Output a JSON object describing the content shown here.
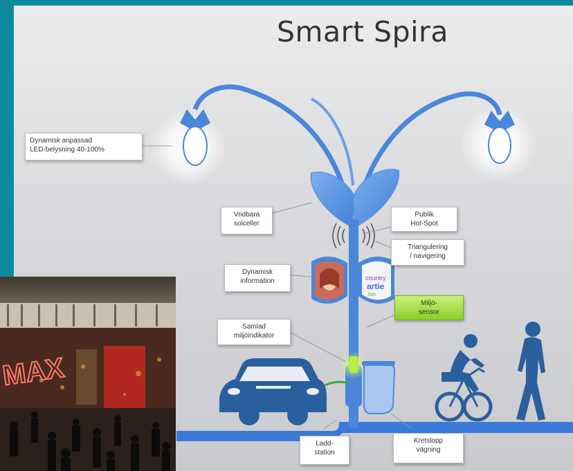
{
  "title": "Smart Spira",
  "callouts": {
    "led": "Dynamisk anpassad\nLED-belysning 40-100%",
    "solar": "Vridbara\nsolceller",
    "hotspot": "Publik\nHot-Spot",
    "triangulation": "Triangulering\n/ navigering",
    "info": "Dynamisk\ninformation",
    "env_sensor": "Miljö-\nsensor",
    "env_indicator": "Samlad\nmiljöindikator",
    "charging": "Ladd-\nstation",
    "weighing": "Kretslopp\nvägning"
  },
  "display_texts": {
    "right_panel_line1": "country",
    "right_panel_line2": "artie",
    "right_panel_line3": "ion"
  },
  "photo": {
    "sign_text": "MAX"
  },
  "colors": {
    "frame": "#0a8a9a",
    "lamp_blue": "#3f7fd8",
    "silhouette": "#2a5f9e",
    "sensor_green": "#8ccf2a"
  }
}
